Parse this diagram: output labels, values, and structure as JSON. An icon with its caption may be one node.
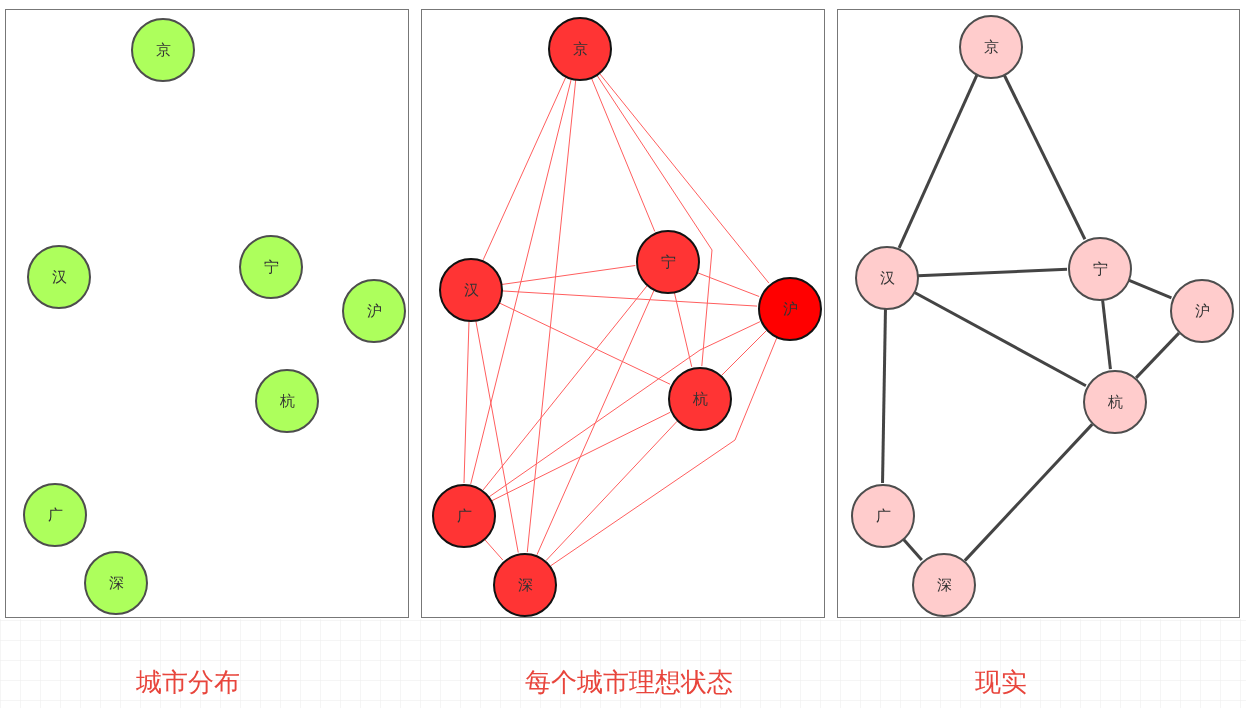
{
  "diagram": {
    "nodes": [
      {
        "text": [
          "城市分布"
        ]
      },
      {
        "text": [
          "京"
        ],
        "in": 0
      },
      {
        "text": [
          "汉"
        ],
        "in": 0
      },
      {
        "text": [
          "宁"
        ],
        "in": 0
      },
      {
        "text": [
          "沪"
        ],
        "in": 0
      },
      {
        "text": [
          "杭"
        ],
        "in": 0
      },
      {
        "text": [
          "广"
        ],
        "in": 0
      },
      {
        "text": [
          "深"
        ],
        "in": 0
      },
      {
        "text": [
          "每个城市理想状态"
        ]
      },
      {
        "text": [
          "京"
        ],
        "in": 8
      },
      {
        "text": [
          "汉"
        ],
        "in": 8
      },
      {
        "text": [
          "宁"
        ],
        "in": 8
      },
      {
        "text": [
          "沪"
        ],
        "in": 8
      },
      {
        "text": [
          "杭"
        ],
        "in": 8
      },
      {
        "text": [
          "广"
        ],
        "in": 8
      },
      {
        "text": [
          "深"
        ],
        "in": 8
      },
      {
        "text": [
          "现实"
        ]
      },
      {
        "text": [
          "京"
        ],
        "in": 16
      },
      {
        "text": [
          "汉"
        ],
        "in": 16
      },
      {
        "text": [
          "宁"
        ],
        "in": 16
      },
      {
        "text": [
          "沪"
        ],
        "in": 16
      },
      {
        "text": [
          "杭"
        ],
        "in": 16
      },
      {
        "text": [
          "广"
        ],
        "in": 16
      },
      {
        "text": [
          "深"
        ],
        "in": 16
      }
    ],
    "edges": [
      {
        "from": 9,
        "to": 10,
        "arrow": "none"
      },
      {
        "from": 9,
        "to": 11,
        "arrow": "none"
      },
      {
        "from": 9,
        "to": 12,
        "arrow": "none"
      },
      {
        "from": 9,
        "to": 13,
        "arrow": "none"
      },
      {
        "from": 9,
        "to": 14,
        "arrow": "none"
      },
      {
        "from": 9,
        "to": 15,
        "arrow": "none"
      },
      {
        "from": 10,
        "to": 11,
        "arrow": "none"
      },
      {
        "from": 10,
        "to": 12,
        "arrow": "none"
      },
      {
        "from": 10,
        "to": 13,
        "arrow": "none"
      },
      {
        "from": 10,
        "to": 14,
        "arrow": "none"
      },
      {
        "from": 10,
        "to": 15,
        "arrow": "none"
      },
      {
        "from": 11,
        "to": 12,
        "arrow": "none"
      },
      {
        "from": 11,
        "to": 13,
        "arrow": "none"
      },
      {
        "from": 11,
        "to": 14,
        "arrow": "none"
      },
      {
        "from": 11,
        "to": 15,
        "arrow": "none"
      },
      {
        "from": 12,
        "to": 13,
        "arrow": "none"
      },
      {
        "from": 12,
        "to": 14,
        "arrow": "none"
      },
      {
        "from": 12,
        "to": 15,
        "arrow": "none"
      },
      {
        "from": 13,
        "to": 14,
        "arrow": "none"
      },
      {
        "from": 13,
        "to": 15,
        "arrow": "none"
      },
      {
        "from": 14,
        "to": 15,
        "arrow": "none"
      },
      {
        "from": 17,
        "to": 18,
        "arrow": "none",
        "style": "thick",
        "color": "#444444"
      },
      {
        "from": 17,
        "to": 19,
        "arrow": "none",
        "style": "thick",
        "color": "#444444"
      },
      {
        "from": 18,
        "to": 19,
        "arrow": "none",
        "style": "thick",
        "color": "#444444"
      },
      {
        "from": 18,
        "to": 21,
        "arrow": "none",
        "style": "thick",
        "color": "#444444"
      },
      {
        "from": 18,
        "to": 22,
        "arrow": "none",
        "style": "thick",
        "color": "#444444"
      },
      {
        "from": 19,
        "to": 20,
        "arrow": "none",
        "style": "thick",
        "color": "#444444"
      },
      {
        "from": 19,
        "to": 21,
        "arrow": "none",
        "style": "thick",
        "color": "#444444"
      },
      {
        "from": 20,
        "to": 21,
        "arrow": "none",
        "style": "thick",
        "color": "#444444"
      },
      {
        "from": 21,
        "to": 23,
        "arrow": "none",
        "style": "thick",
        "color": "#444444"
      },
      {
        "from": 22,
        "to": 23,
        "arrow": "none",
        "style": "thick",
        "color": "#444444"
      }
    ]
  }
}
